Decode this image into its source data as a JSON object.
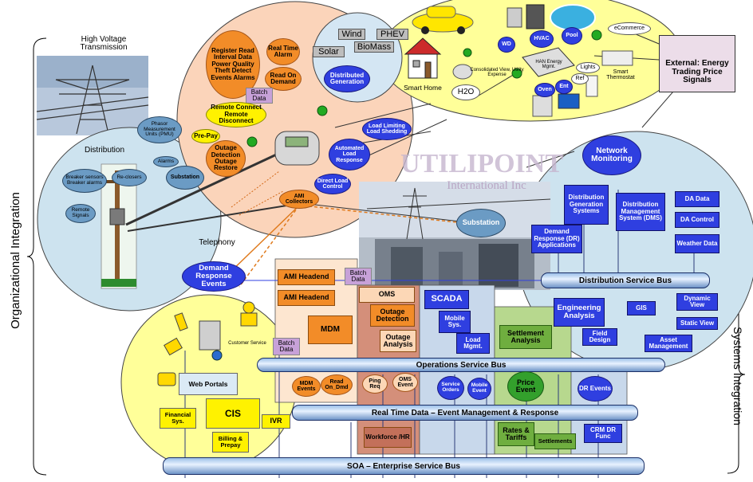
{
  "side_labels": {
    "organizational": "Organizational Integration",
    "systems": "Systems Integration"
  },
  "hv": {
    "title": "High Voltage Transmission"
  },
  "pmu": "Phasor Measurement Units (PMU)",
  "distribution": {
    "label": "Distribution",
    "breaker": "Breaker sensors Breaker alarms",
    "reclosers": "Re-closers",
    "alarms": "Alarms",
    "substation": "Substation",
    "remote_signals": "Remote Signals"
  },
  "ami": {
    "register_read": "Register Read Interval Data Power Quality Theft Detect Events Alarms",
    "real_time_alarm": "Real Time Alarm",
    "read_on_demand": "Read On Demand",
    "batch_data": "Batch Data",
    "remote_connect": "Remote Connect Remote Disconnect",
    "pre_pay": "Pre-Pay",
    "outage": "Outage Detection Outage Restore",
    "load_limiting": "Load Limiting Load Shedding",
    "automated_load": "Automated Load Response",
    "direct_load": "Direct Load Control",
    "ami_collectors": "AMI Collectors"
  },
  "dg": {
    "wind": "Wind",
    "phev": "PHEV",
    "solar": "Solar",
    "biomass": "BioMass",
    "distributed_generation": "Distributed Generation"
  },
  "home": {
    "smart_home": "Smart Home",
    "h2o": "H2O",
    "consolidated": "Consolidated View, Utility Expense",
    "wd": "WD",
    "hvac": "HVAC",
    "pool": "Pool",
    "ecommerce": "eCommerce",
    "han": "HAN Energy Mgmt.",
    "lights": "Lights",
    "ref": "Ref",
    "oven": "Oven",
    "ent": "Ent",
    "smart_thermostat": "Smart Thermostat"
  },
  "external": "External: Energy Trading Price Signals",
  "watermark": {
    "main": "UTILIPOINT",
    "sub": "International Inc"
  },
  "substation_center": "Substation",
  "telephony": "Telephony",
  "dr_events": "Demand Response Events",
  "network_monitoring": "Network Monitoring",
  "right_systems": {
    "dgs": "Distribution Generation Systems",
    "dms": "Distribution Management System (DMS)",
    "da_data": "DA Data",
    "da_control": "DA Control",
    "weather": "Weather Data",
    "dr_apps": "Demand Response (DR) Applications"
  },
  "buses": {
    "dsb": "Distribution Service Bus",
    "osb": "Operations Service Bus",
    "rtd": "Real Time Data – Event Management & Response",
    "soa": "SOA – Enterprise Service Bus"
  },
  "mid": {
    "ami_headend_1": "AMI Headend",
    "ami_headend_2": "AMI Headend",
    "batch_data_mid": "Batch Data",
    "mdm": "MDM",
    "batch_data_left": "Batch Data",
    "oms": "OMS",
    "outage_detection": "Outage Detection",
    "outage_analysis": "Outage Analysis",
    "scada": "SCADA",
    "mobile_sys": "Mobile Sys.",
    "load_mgmt": "Load Mgmt.",
    "settlement_analysis": "Settlement Analysis",
    "engineering": "Engineering Analysis",
    "gis": "GIS",
    "dynamic_view": "Dynamic View",
    "static_view": "Static View",
    "field_design": "Field Design",
    "asset_mgmt": "Asset Management"
  },
  "low": {
    "customer_service": "Customer Service",
    "web_portals": "Web Portals",
    "mdm_events": "MDM Events",
    "read_on_dmd": "Read On_Dmd",
    "ping_req": "Ping Req",
    "oms_event": "OMS Event",
    "service_orders": "Service Orders",
    "mobile_event": "Mobile Event",
    "price_event": "Price Event",
    "dr_events": "DR Events",
    "financial": "Financial Sys.",
    "cis": "CIS",
    "ivr": "IVR",
    "billing": "Billing & Prepay",
    "workforce": "Workforce /HR",
    "rates": "Rates & Tariffs",
    "settlements": "Settlements",
    "crm": "CRM DR Func"
  }
}
